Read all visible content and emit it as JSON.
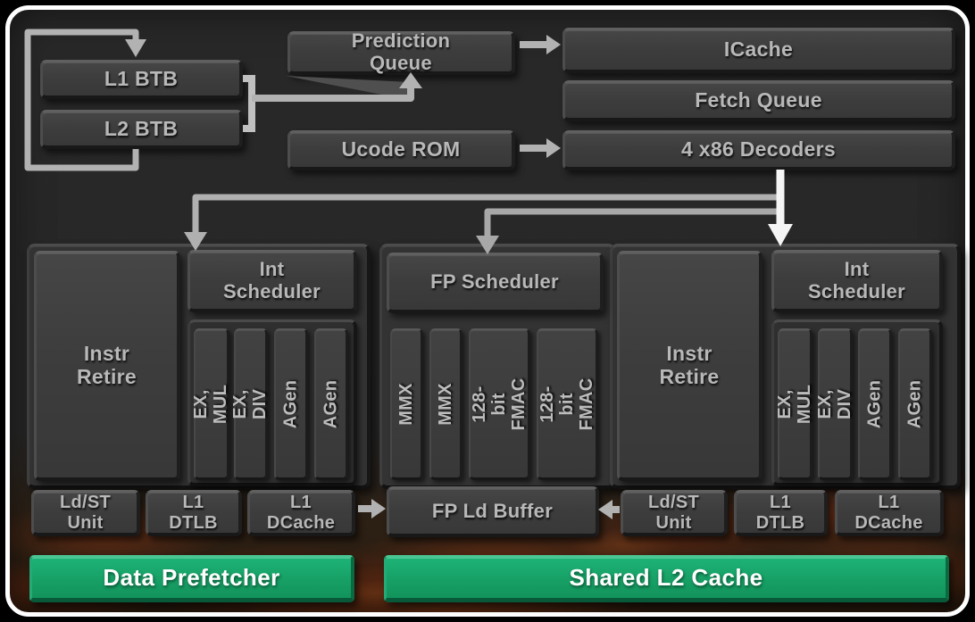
{
  "colors": {
    "background": "#272727",
    "frame_border": "#ffffff",
    "box_fill": "#3d3d3d",
    "box_text": "#b8b8b8",
    "green_fill": "#17a066",
    "green_text": "#ffffff",
    "arrow_gray": "#b2b2b2",
    "arrow_white": "#f5f5f5",
    "ember": "#a03c16"
  },
  "front_end": {
    "l1_btb": "L1 BTB",
    "l2_btb": "L2 BTB",
    "prediction_queue": "Prediction\nQueue",
    "ucode_rom": "Ucode ROM",
    "icache": "ICache",
    "fetch_queue": "Fetch Queue",
    "decoders": "4 x86 Decoders"
  },
  "int_cluster_left": {
    "instr_retire": "Instr\nRetire",
    "scheduler": "Int\nScheduler",
    "pipes": [
      "EX, MUL",
      "EX, DIV",
      "AGen",
      "AGen"
    ]
  },
  "fp_cluster": {
    "scheduler": "FP Scheduler",
    "pipes": [
      "MMX",
      "MMX",
      "128-bit\nFMAC",
      "128-bit\nFMAC"
    ]
  },
  "int_cluster_right": {
    "instr_retire": "Instr\nRetire",
    "scheduler": "Int\nScheduler",
    "pipes": [
      "EX, MUL",
      "EX, DIV",
      "AGen",
      "AGen"
    ]
  },
  "load_store_left": {
    "ldst_unit": "Ld/ST\nUnit",
    "l1_dtlb": "L1\nDTLB",
    "l1_dcache": "L1\nDCache"
  },
  "memory": {
    "fp_ld_buffer": "FP Ld Buffer"
  },
  "load_store_right": {
    "ldst_unit": "Ld/ST\nUnit",
    "l1_dtlb": "L1\nDTLB",
    "l1_dcache": "L1\nDCache"
  },
  "bottom_bars": {
    "data_prefetcher": "Data Prefetcher",
    "shared_l2_cache": "Shared L2 Cache"
  }
}
